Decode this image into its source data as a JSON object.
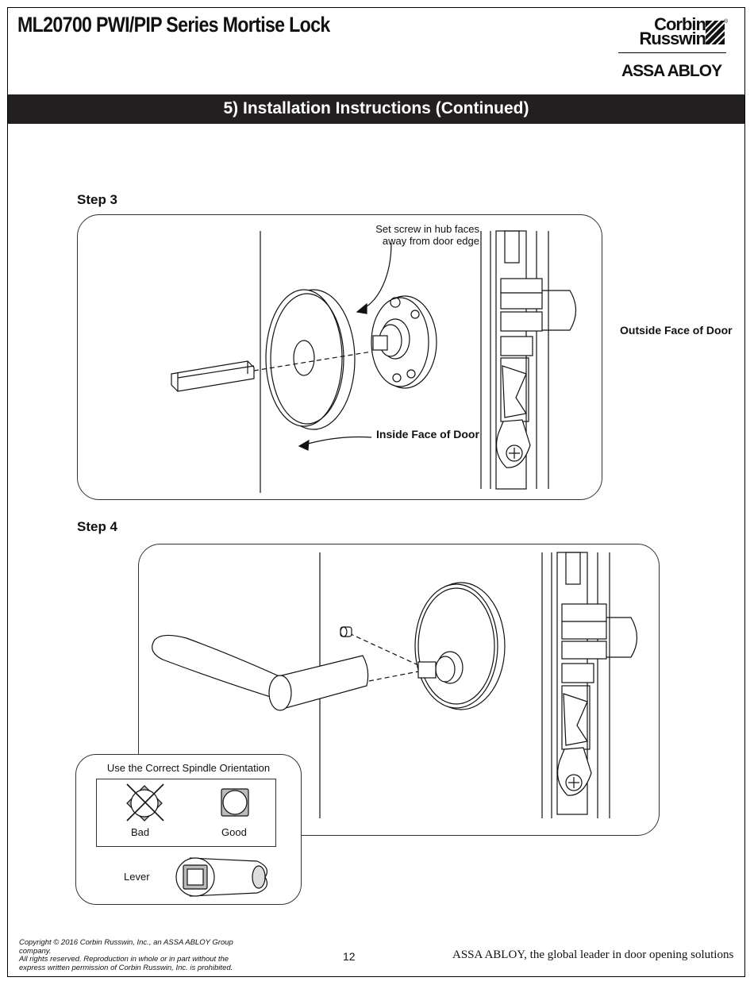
{
  "header": {
    "title": "ML20700 PWI/PIP Series Mortise Lock",
    "logo_line1": "Corbin",
    "logo_line2": "Russwin",
    "logo_sub": "ASSA ABLOY",
    "logo_reg": "®"
  },
  "section": {
    "title": "5) Installation Instructions (Continued)"
  },
  "step3": {
    "label": "Step 3",
    "callout_set_screw": "Set screw in hub faces away from door edge",
    "callout_inside": "Inside Face of Door",
    "callout_outside": "Outside Face of Door"
  },
  "step4": {
    "label": "Step 4",
    "inset": {
      "title": "Use the Correct Spindle Orientation",
      "bad_label": "Bad",
      "good_label": "Good",
      "lever_label": "Lever"
    }
  },
  "footer": {
    "copyright_line1": "Copyright © 2016 Corbin Russwin, Inc., an ASSA ABLOY Group company.",
    "copyright_line2": "All rights reserved. Reproduction in whole or in part without the",
    "copyright_line3": "express written permission of Corbin Russwin, Inc. is prohibited.",
    "page_number": "12",
    "tagline": "ASSA ABLOY, the global leader in door opening solutions"
  }
}
